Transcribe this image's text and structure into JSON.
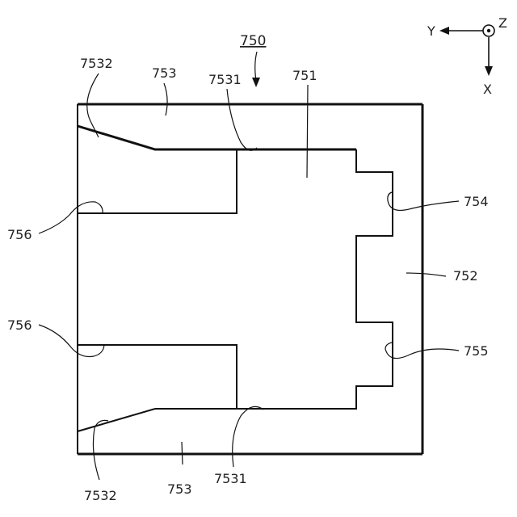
{
  "figure": {
    "number": "750"
  },
  "axes": {
    "y_label": "Y",
    "z_label": "Z",
    "x_label": "X"
  },
  "labels": {
    "tl_7532": "7532",
    "t_753": "753",
    "t_7531": "7531",
    "c_751": "751",
    "r_754": "754",
    "l_756_top": "756",
    "r_752": "752",
    "l_756_bottom": "756",
    "r_755": "755",
    "b_7531": "7531",
    "bl_7532": "7532",
    "b_753": "753"
  },
  "colors": {
    "line": "#111111",
    "text": "#222222",
    "background": "#ffffff"
  }
}
